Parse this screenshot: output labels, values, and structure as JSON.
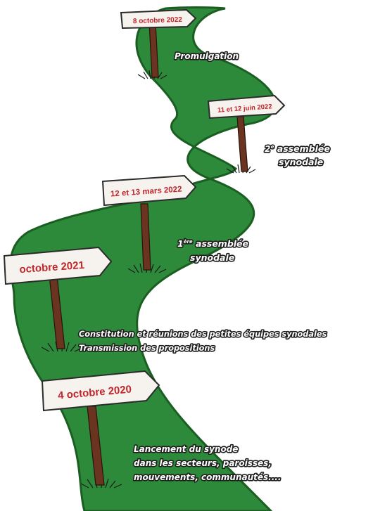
{
  "colors": {
    "road": "#2d8a3a",
    "road_edge": "#1b5e22",
    "post": "#6b3420",
    "sign_fill": "#f6f2ee",
    "sign_text": "#c0272d",
    "caption_fill": "#ffffff",
    "caption_outline": "#1e1e1e"
  },
  "milestones": [
    {
      "date": "8 octobre 2022",
      "caption_lines": [
        "Promulgation"
      ]
    },
    {
      "date": "11 et 12 juin 2022",
      "caption_lines": [
        "2e assemblée",
        "synodale"
      ],
      "caption_ordinal": {
        "number": "2",
        "suffix": "e",
        "rest": " assemblée"
      }
    },
    {
      "date": "12 et 13 mars 2022",
      "caption_lines": [
        "1ère assemblée",
        "synodale"
      ],
      "caption_ordinal": {
        "number": "1",
        "suffix": "ère",
        "rest": " assemblée"
      }
    },
    {
      "date": "octobre 2021",
      "caption_lines": [
        "Constitution et réunions des petites équipes synodales",
        "Transmission des propositions"
      ]
    },
    {
      "date": "4 octobre 2020",
      "caption_lines": [
        "Lancement du synode",
        "dans les secteurs, paroisses,",
        "mouvements, communautés...."
      ]
    }
  ]
}
